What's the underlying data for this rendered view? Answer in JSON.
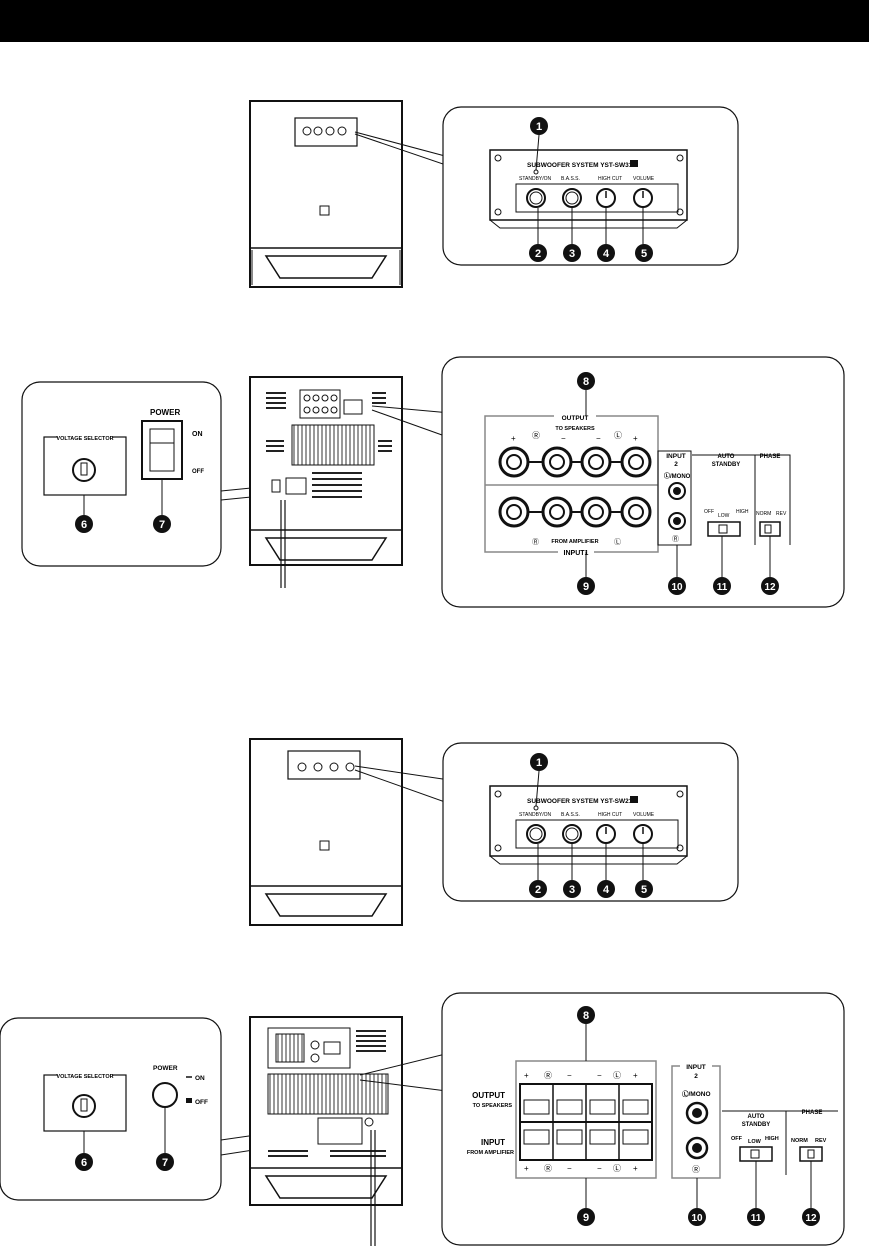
{
  "header": {
    "background": "#000000"
  },
  "callout_numbers": [
    "1",
    "2",
    "3",
    "4",
    "5",
    "6",
    "7",
    "8",
    "9",
    "10",
    "11",
    "12"
  ],
  "front_panel_1": {
    "model": "SUBWOOFER SYSTEM YST-SW315",
    "controls": [
      "STANDBY/ON",
      "B.A.S.S.",
      "HIGH CUT",
      "VOLUME"
    ]
  },
  "front_panel_2": {
    "model": "SUBWOOFER SYSTEM YST-SW215",
    "controls": [
      "STANDBY/ON",
      "B.A.S.S.",
      "HIGH CUT",
      "VOLUME"
    ]
  },
  "rear_1": {
    "voltage_selector": "VOLTAGE SELECTOR",
    "power": "POWER",
    "on": "ON",
    "off": "OFF",
    "output": "OUTPUT",
    "to_speakers": "TO SPEAKERS",
    "from_amplifier": "FROM AMPLIFIER",
    "input1": "INPUT1",
    "input2_line1": "INPUT",
    "input2_line2": "2",
    "l_mono": "Ⓛ/MONO",
    "auto_standby_line1": "AUTO",
    "auto_standby_line2": "STANDBY",
    "standby_off": "OFF",
    "standby_low": "LOW",
    "standby_high": "HIGH",
    "phase": "PHASE",
    "phase_norm": "NORM",
    "phase_rev": "REV",
    "r_mark": "Ⓡ",
    "l_mark": "Ⓛ",
    "plus": "+",
    "minus": "−"
  },
  "rear_2": {
    "voltage_selector": "VOLTAGE SELECTOR",
    "power": "POWER",
    "on": "ON",
    "off": "OFF",
    "output": "OUTPUT",
    "to_speakers": "TO SPEAKERS",
    "input": "INPUT",
    "from_amplifier": "FROM AMPLIFIER",
    "input2_line1": "INPUT",
    "input2_line2": "2",
    "l_mono": "Ⓛ/MONO",
    "auto_standby_line1": "AUTO",
    "auto_standby_line2": "STANDBY",
    "standby_off": "OFF",
    "standby_low": "LOW",
    "standby_high": "HIGH",
    "phase": "PHASE",
    "phase_norm": "NORM",
    "phase_rev": "REV",
    "r_mark": "Ⓡ",
    "l_mark": "Ⓛ",
    "plus": "+",
    "minus": "−"
  }
}
